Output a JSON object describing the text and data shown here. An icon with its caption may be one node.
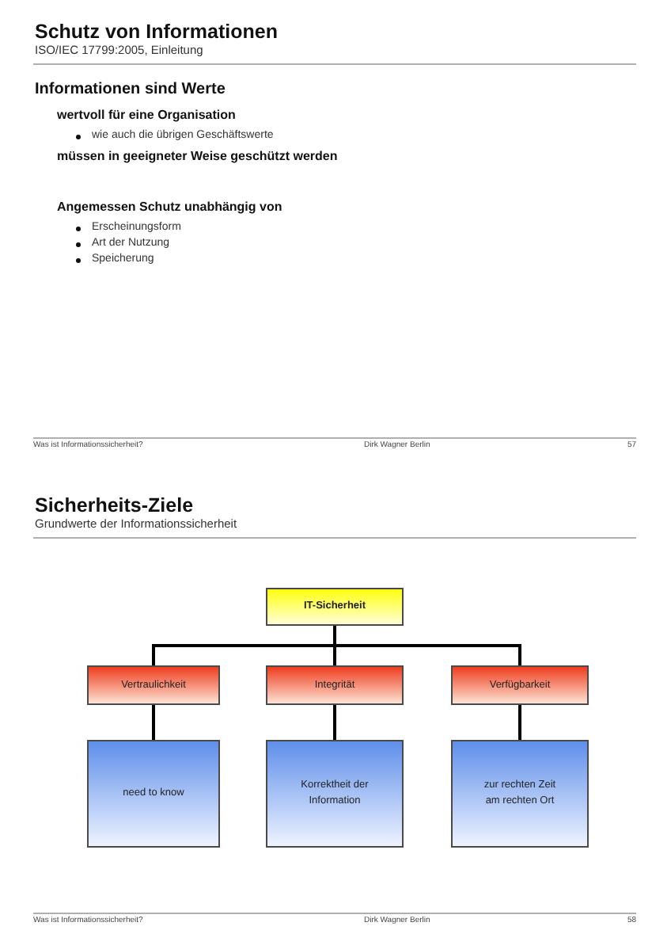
{
  "diagram": {
    "nodes": [
      {
        "text": [
          "IT-Sicherheit"
        ]
      },
      {
        "text": [
          "Vertraulichkeit"
        ]
      },
      {
        "text": [
          "Integrität"
        ]
      },
      {
        "text": [
          "Verfügbarkeit"
        ]
      },
      {
        "text": [
          "need to know"
        ]
      },
      {
        "text": [
          "Korrektheit der Information"
        ]
      },
      {
        "text": [
          "zur rechten Zeit am rechten Ort"
        ]
      }
    ],
    "edges": [
      {
        "from": 0,
        "to": 1,
        "arrow": "none"
      },
      {
        "from": 0,
        "to": 2,
        "arrow": "none"
      },
      {
        "from": 0,
        "to": 3,
        "arrow": "none"
      },
      {
        "from": 1,
        "to": 4,
        "arrow": "none"
      },
      {
        "from": 2,
        "to": 5,
        "arrow": "none"
      },
      {
        "from": 3,
        "to": 6,
        "arrow": "none"
      }
    ],
    "labels": [
      "Schutz von Informationen",
      "ISO/IEC 17799:2005, Einleitung",
      "Informationen sind Werte",
      "wertvoll für eine Organisation",
      "wie auch die übrigen Geschäftswerte",
      "müssen in geeigneter Weise geschützt werden",
      "Angemessen Schutz unabhängig von",
      "Erscheinungsform",
      "Art der Nutzung",
      "Speicherung",
      "Was ist Informationssicherheit?",
      "Dirk Wagner Berlin",
      "57",
      "Sicherheits-Ziele",
      "Grundwerte der Informationssicherheit",
      "Was ist Informationssicherheit?",
      "Dirk Wagner Berlin",
      "58"
    ]
  }
}
